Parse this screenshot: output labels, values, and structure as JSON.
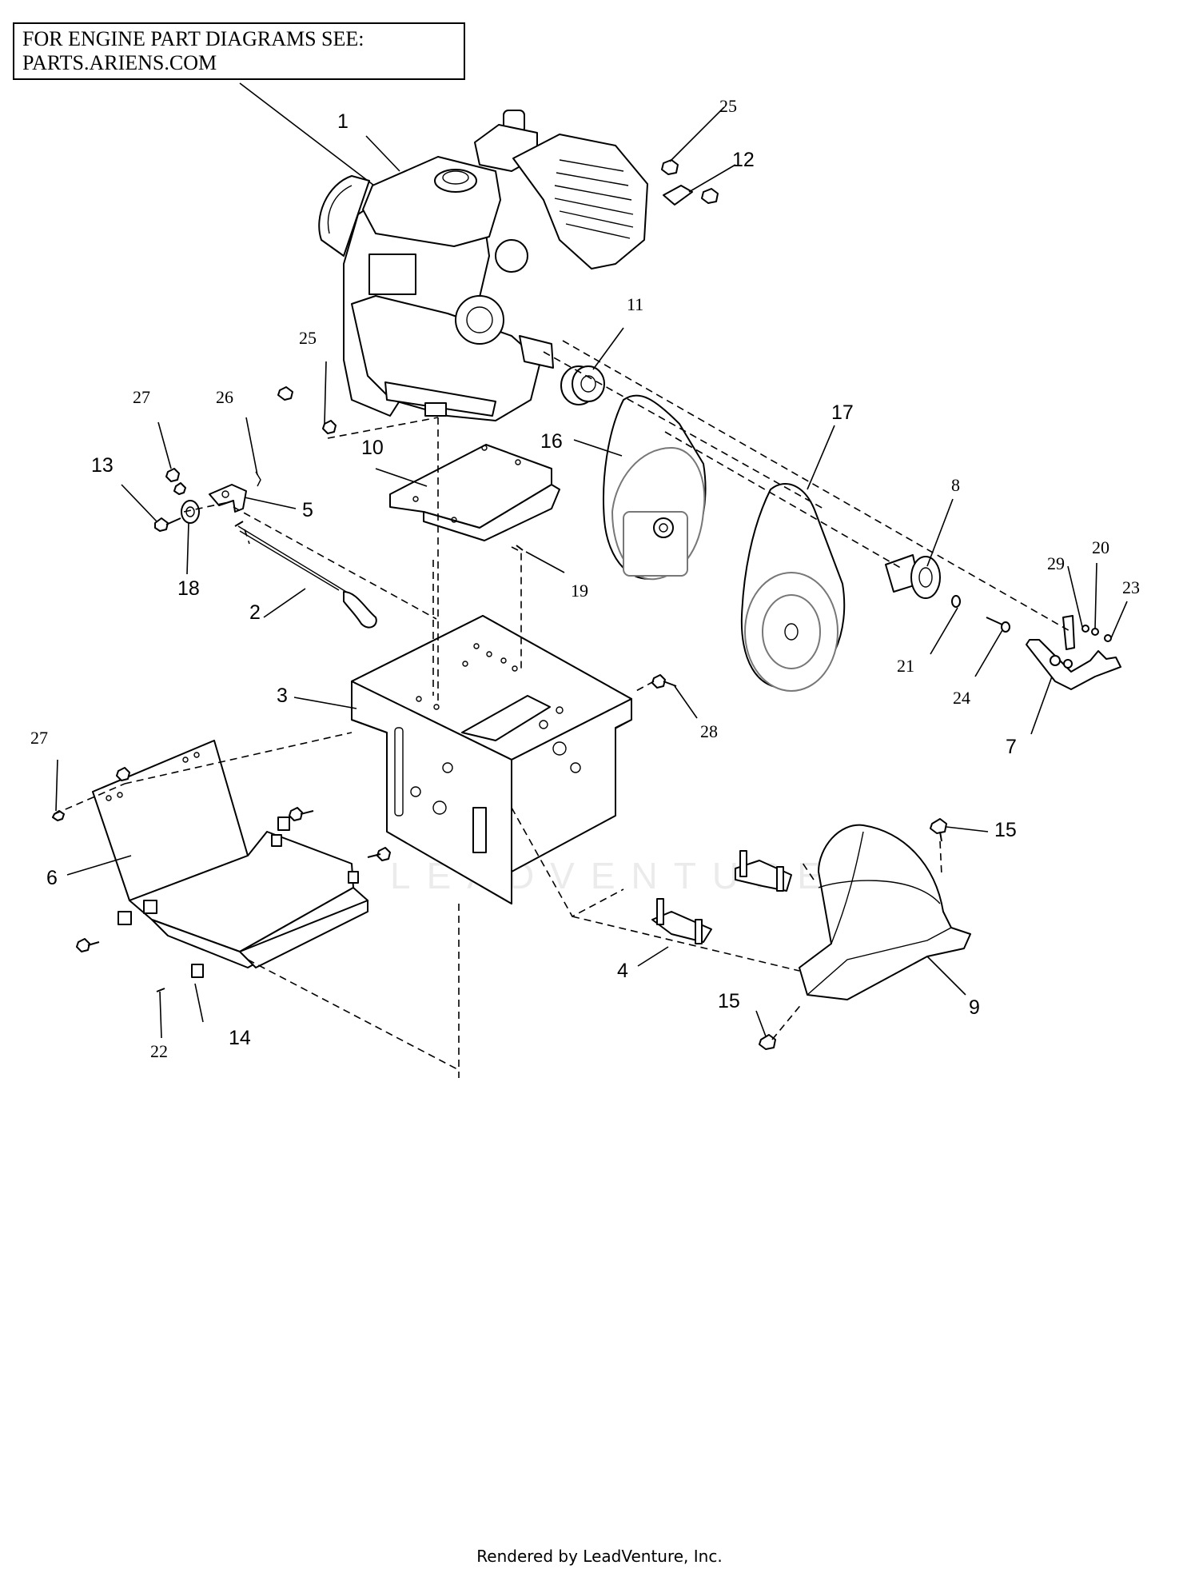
{
  "notice": {
    "line1": "FOR ENGINE PART DIAGRAMS SEE:",
    "line2": "PARTS.ARIENS.COM"
  },
  "watermark": "LEADVENTURE",
  "footer": "Rendered by LeadVenture, Inc.",
  "callouts": [
    {
      "id": "1",
      "label": "1"
    },
    {
      "id": "2",
      "label": "2"
    },
    {
      "id": "3",
      "label": "3"
    },
    {
      "id": "4",
      "label": "4"
    },
    {
      "id": "5",
      "label": "5"
    },
    {
      "id": "6",
      "label": "6"
    },
    {
      "id": "7",
      "label": "7"
    },
    {
      "id": "8",
      "label": "8"
    },
    {
      "id": "9",
      "label": "9"
    },
    {
      "id": "10",
      "label": "10"
    },
    {
      "id": "11",
      "label": "11"
    },
    {
      "id": "12",
      "label": "12"
    },
    {
      "id": "13",
      "label": "13"
    },
    {
      "id": "14",
      "label": "14"
    },
    {
      "id": "15a",
      "label": "15"
    },
    {
      "id": "15b",
      "label": "15"
    },
    {
      "id": "16",
      "label": "16"
    },
    {
      "id": "17",
      "label": "17"
    },
    {
      "id": "18",
      "label": "18"
    },
    {
      "id": "19",
      "label": "19"
    },
    {
      "id": "20",
      "label": "20"
    },
    {
      "id": "21",
      "label": "21"
    },
    {
      "id": "22",
      "label": "22"
    },
    {
      "id": "23",
      "label": "23"
    },
    {
      "id": "24",
      "label": "24"
    },
    {
      "id": "25a",
      "label": "25"
    },
    {
      "id": "25b",
      "label": "25"
    },
    {
      "id": "26",
      "label": "26"
    },
    {
      "id": "27a",
      "label": "27"
    },
    {
      "id": "27b",
      "label": "27"
    },
    {
      "id": "28",
      "label": "28"
    },
    {
      "id": "29",
      "label": "29"
    }
  ]
}
